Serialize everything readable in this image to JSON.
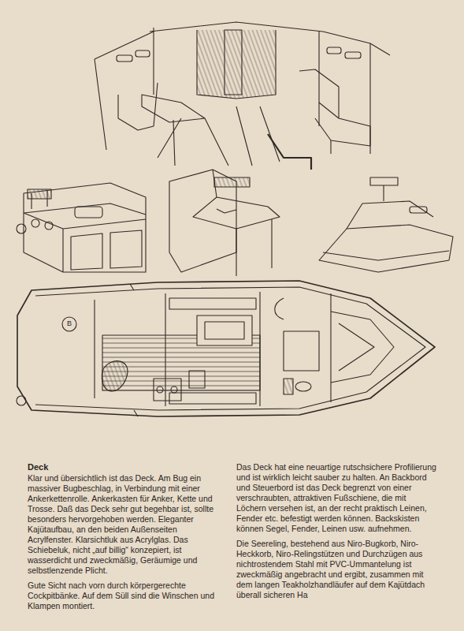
{
  "diagram": {
    "title": "Deck",
    "labels": [
      "Klar und übersichtlich ist das Deck. Am Bug ein massiver Bugbeschlag, in Verbindung mit einer Ankerkettenrolle. Ankerkasten für Anker, Kette und Trosse. Daß das Deck sehr gut begehbar ist, sollte besonders hervorgehoben werden. Eleganter Kajütaufbau, an den beiden Außenseiten Acrylfenster. Klarsichtluk aus Acrylglas. Das Schiebeluk, nicht „auf billig“ konzepiert, ist wasserdicht und zweckmäßig, Geräumige und selbstlenzende Plicht.",
      "Gute Sicht nach vorn durch körpergerechte Cockpitbänke. Auf dem Süll sind die Winschen und Klampen montiert.",
      "Das Deck hat eine neuartige rutschsichere Profilierung und ist wirklich leicht sauber zu halten. An Backbord und Steuerbord ist das Deck begrenzt von einer verschraubten, attraktiven Fußschiene, die mit Löchern versehen ist, an der recht praktisch Leinen, Fender etc. befestigt werden können. Backskisten können Segel, Fender, Leinen usw. aufnehmen.",
      "Die Seereling, bestehend aus Niro-Bugkorb, Niro-Heckkorb, Niro-Relingstützen und Durchzügen aus nichtrostendem Stahl mit PVC-Ummantelung ist zweckmäßig angebracht und ergibt, zusammen mit dem langen Teakholzhandläufer auf dem Kajütdach überall sicheren Ha",
      "B"
    ]
  }
}
